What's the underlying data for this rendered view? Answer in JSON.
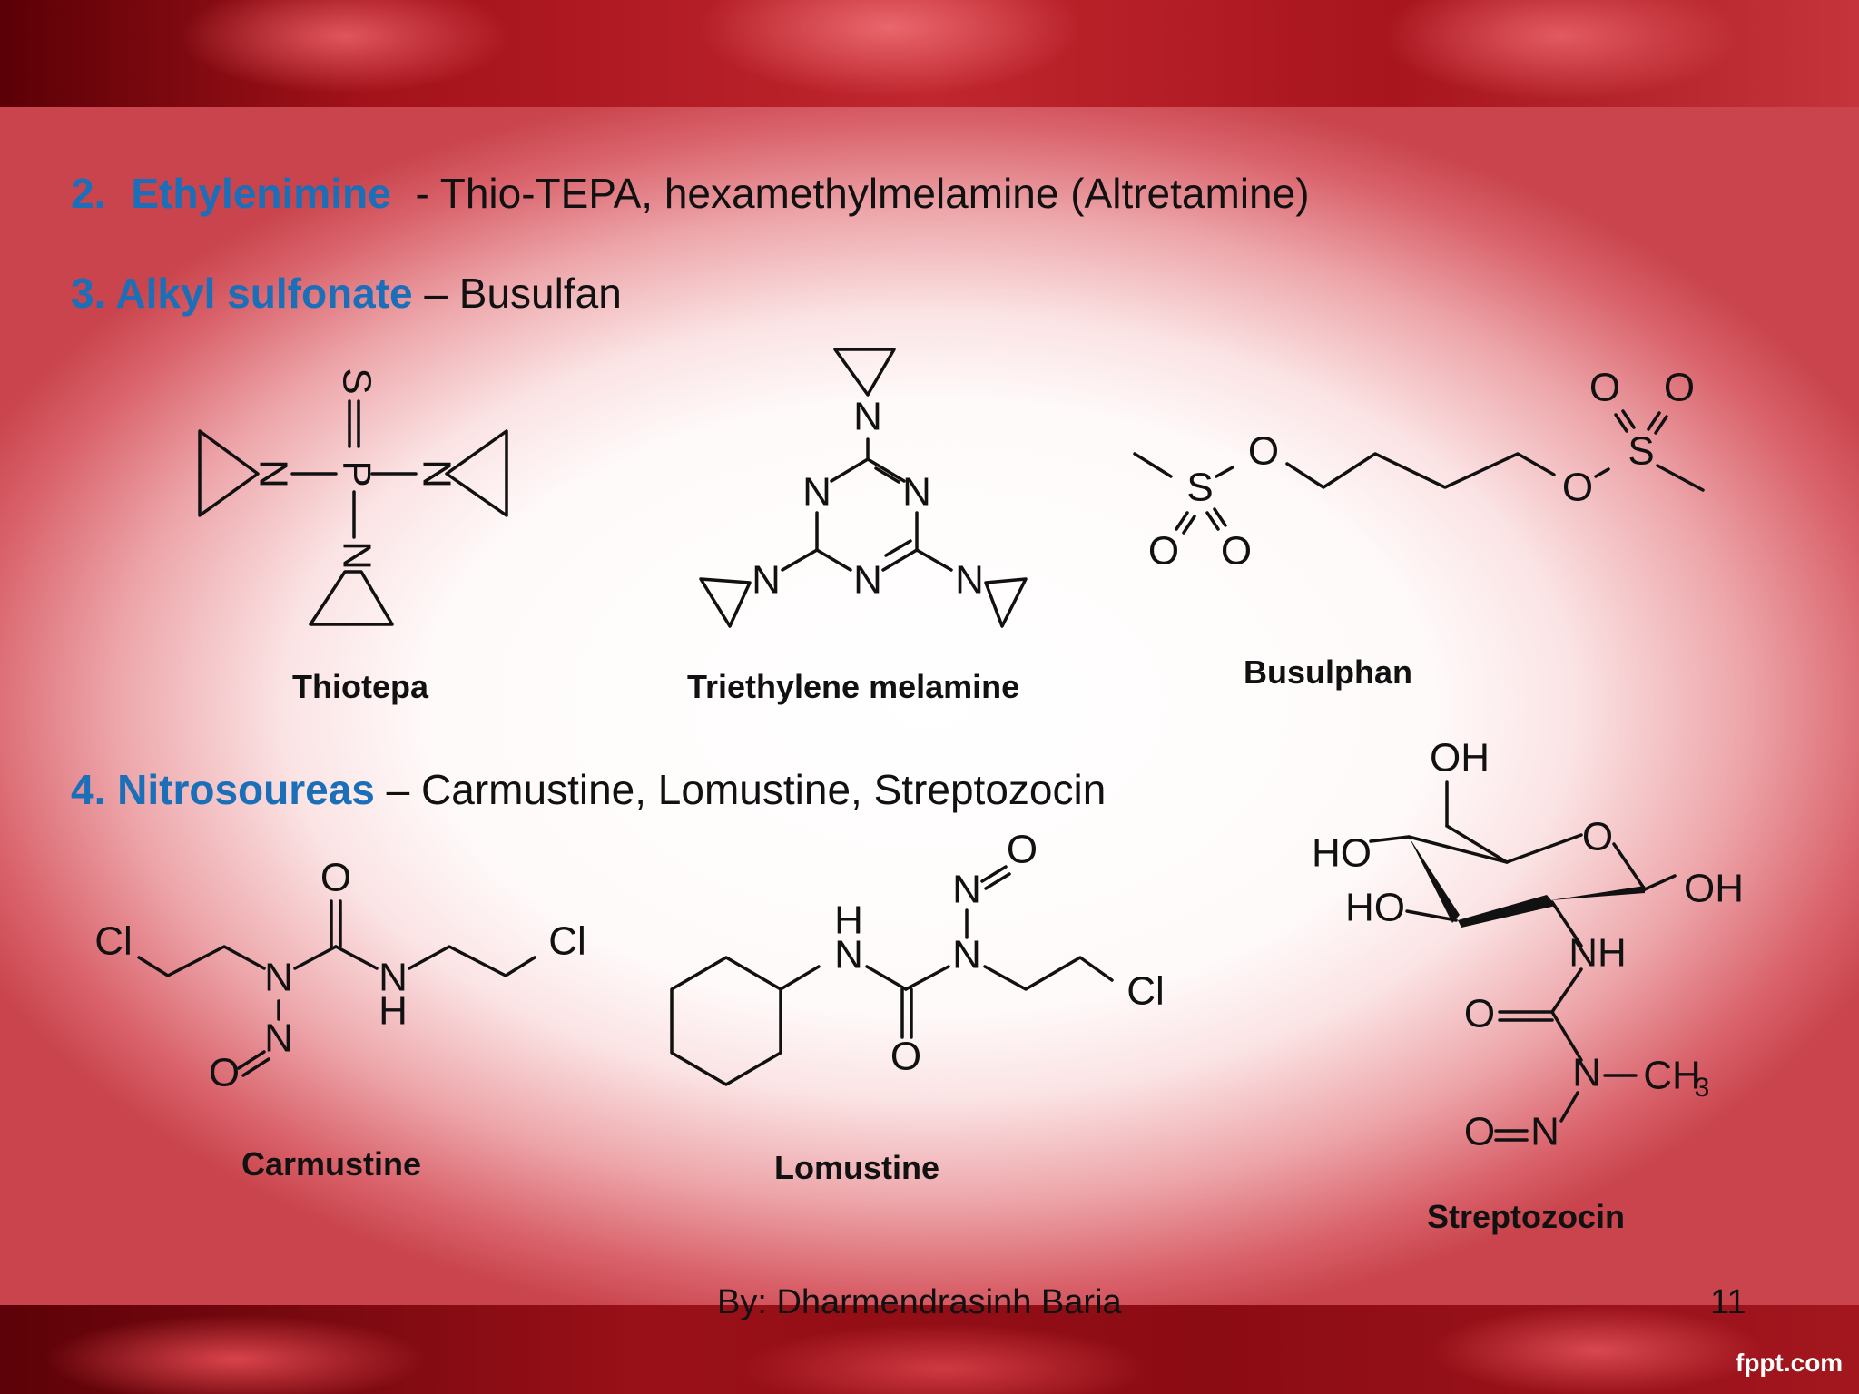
{
  "lines": {
    "ethylenimine": {
      "prefix": "2.",
      "heading": "Ethylenimine",
      "rest": " - Thio-TEPA, hexamethylmelamine (Altretamine)"
    },
    "alkyl": {
      "heading": "3. Alkyl sulfonate",
      "rest": " – Busulfan"
    },
    "nitro": {
      "heading": "4. Nitrosoureas",
      "rest": " – Carmustine, Lomustine, Streptozocin"
    }
  },
  "captions": {
    "thiotepa": "Thiotepa",
    "triethylene": "Triethylene melamine",
    "busulphan": "Busulphan",
    "carmustine": "Carmustine",
    "lomustine": "Lomustine",
    "streptozocin": "Streptozocin"
  },
  "footer": {
    "author": "By: Dharmendrasinh Baria",
    "page": "11"
  },
  "watermark": "fppt.com",
  "colors": {
    "heading_blue": "#1b6fb8",
    "frame_red": "#a4121a"
  }
}
